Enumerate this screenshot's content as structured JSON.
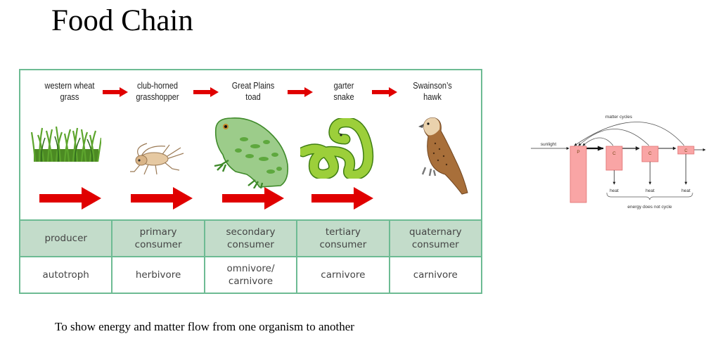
{
  "title": "Food Chain",
  "caption": "To show energy and matter flow from one organism to another",
  "food_chain": {
    "organisms": [
      {
        "name_line1": "western wheat",
        "name_line2": "grass",
        "image": "grass-image",
        "level_line1": "producer",
        "level_line2": "",
        "type_line1": "autotroph",
        "type_line2": ""
      },
      {
        "name_line1": "club-horned",
        "name_line2": "grasshopper",
        "image": "grasshopper-image",
        "level_line1": "primary",
        "level_line2": "consumer",
        "type_line1": "herbivore",
        "type_line2": ""
      },
      {
        "name_line1": "Great Plains",
        "name_line2": "toad",
        "image": "toad-image",
        "level_line1": "secondary",
        "level_line2": "consumer",
        "type_line1": "omnivore/",
        "type_line2": "carnivore"
      },
      {
        "name_line1": "garter",
        "name_line2": "snake",
        "image": "snake-image",
        "level_line1": "tertiary",
        "level_line2": "consumer",
        "type_line1": "carnivore",
        "type_line2": ""
      },
      {
        "name_line1": "Swainson’s",
        "name_line2": "hawk",
        "image": "hawk-image",
        "level_line1": "quaternary",
        "level_line2": "consumer",
        "type_line1": "carnivore",
        "type_line2": ""
      }
    ],
    "colors": {
      "border": "#6dbb93",
      "header_fill": "#c3dcca",
      "arrow": "#e00000"
    }
  },
  "cycle_diagram": {
    "input_label": "sunlight",
    "top_label": "matter cycles",
    "bottom_label": "energy does not cycle",
    "producer_label": "P",
    "consumer_label": "C",
    "heat_label": "heat",
    "box_fill": "#f9a5a5",
    "box_stroke": "#e07070"
  }
}
